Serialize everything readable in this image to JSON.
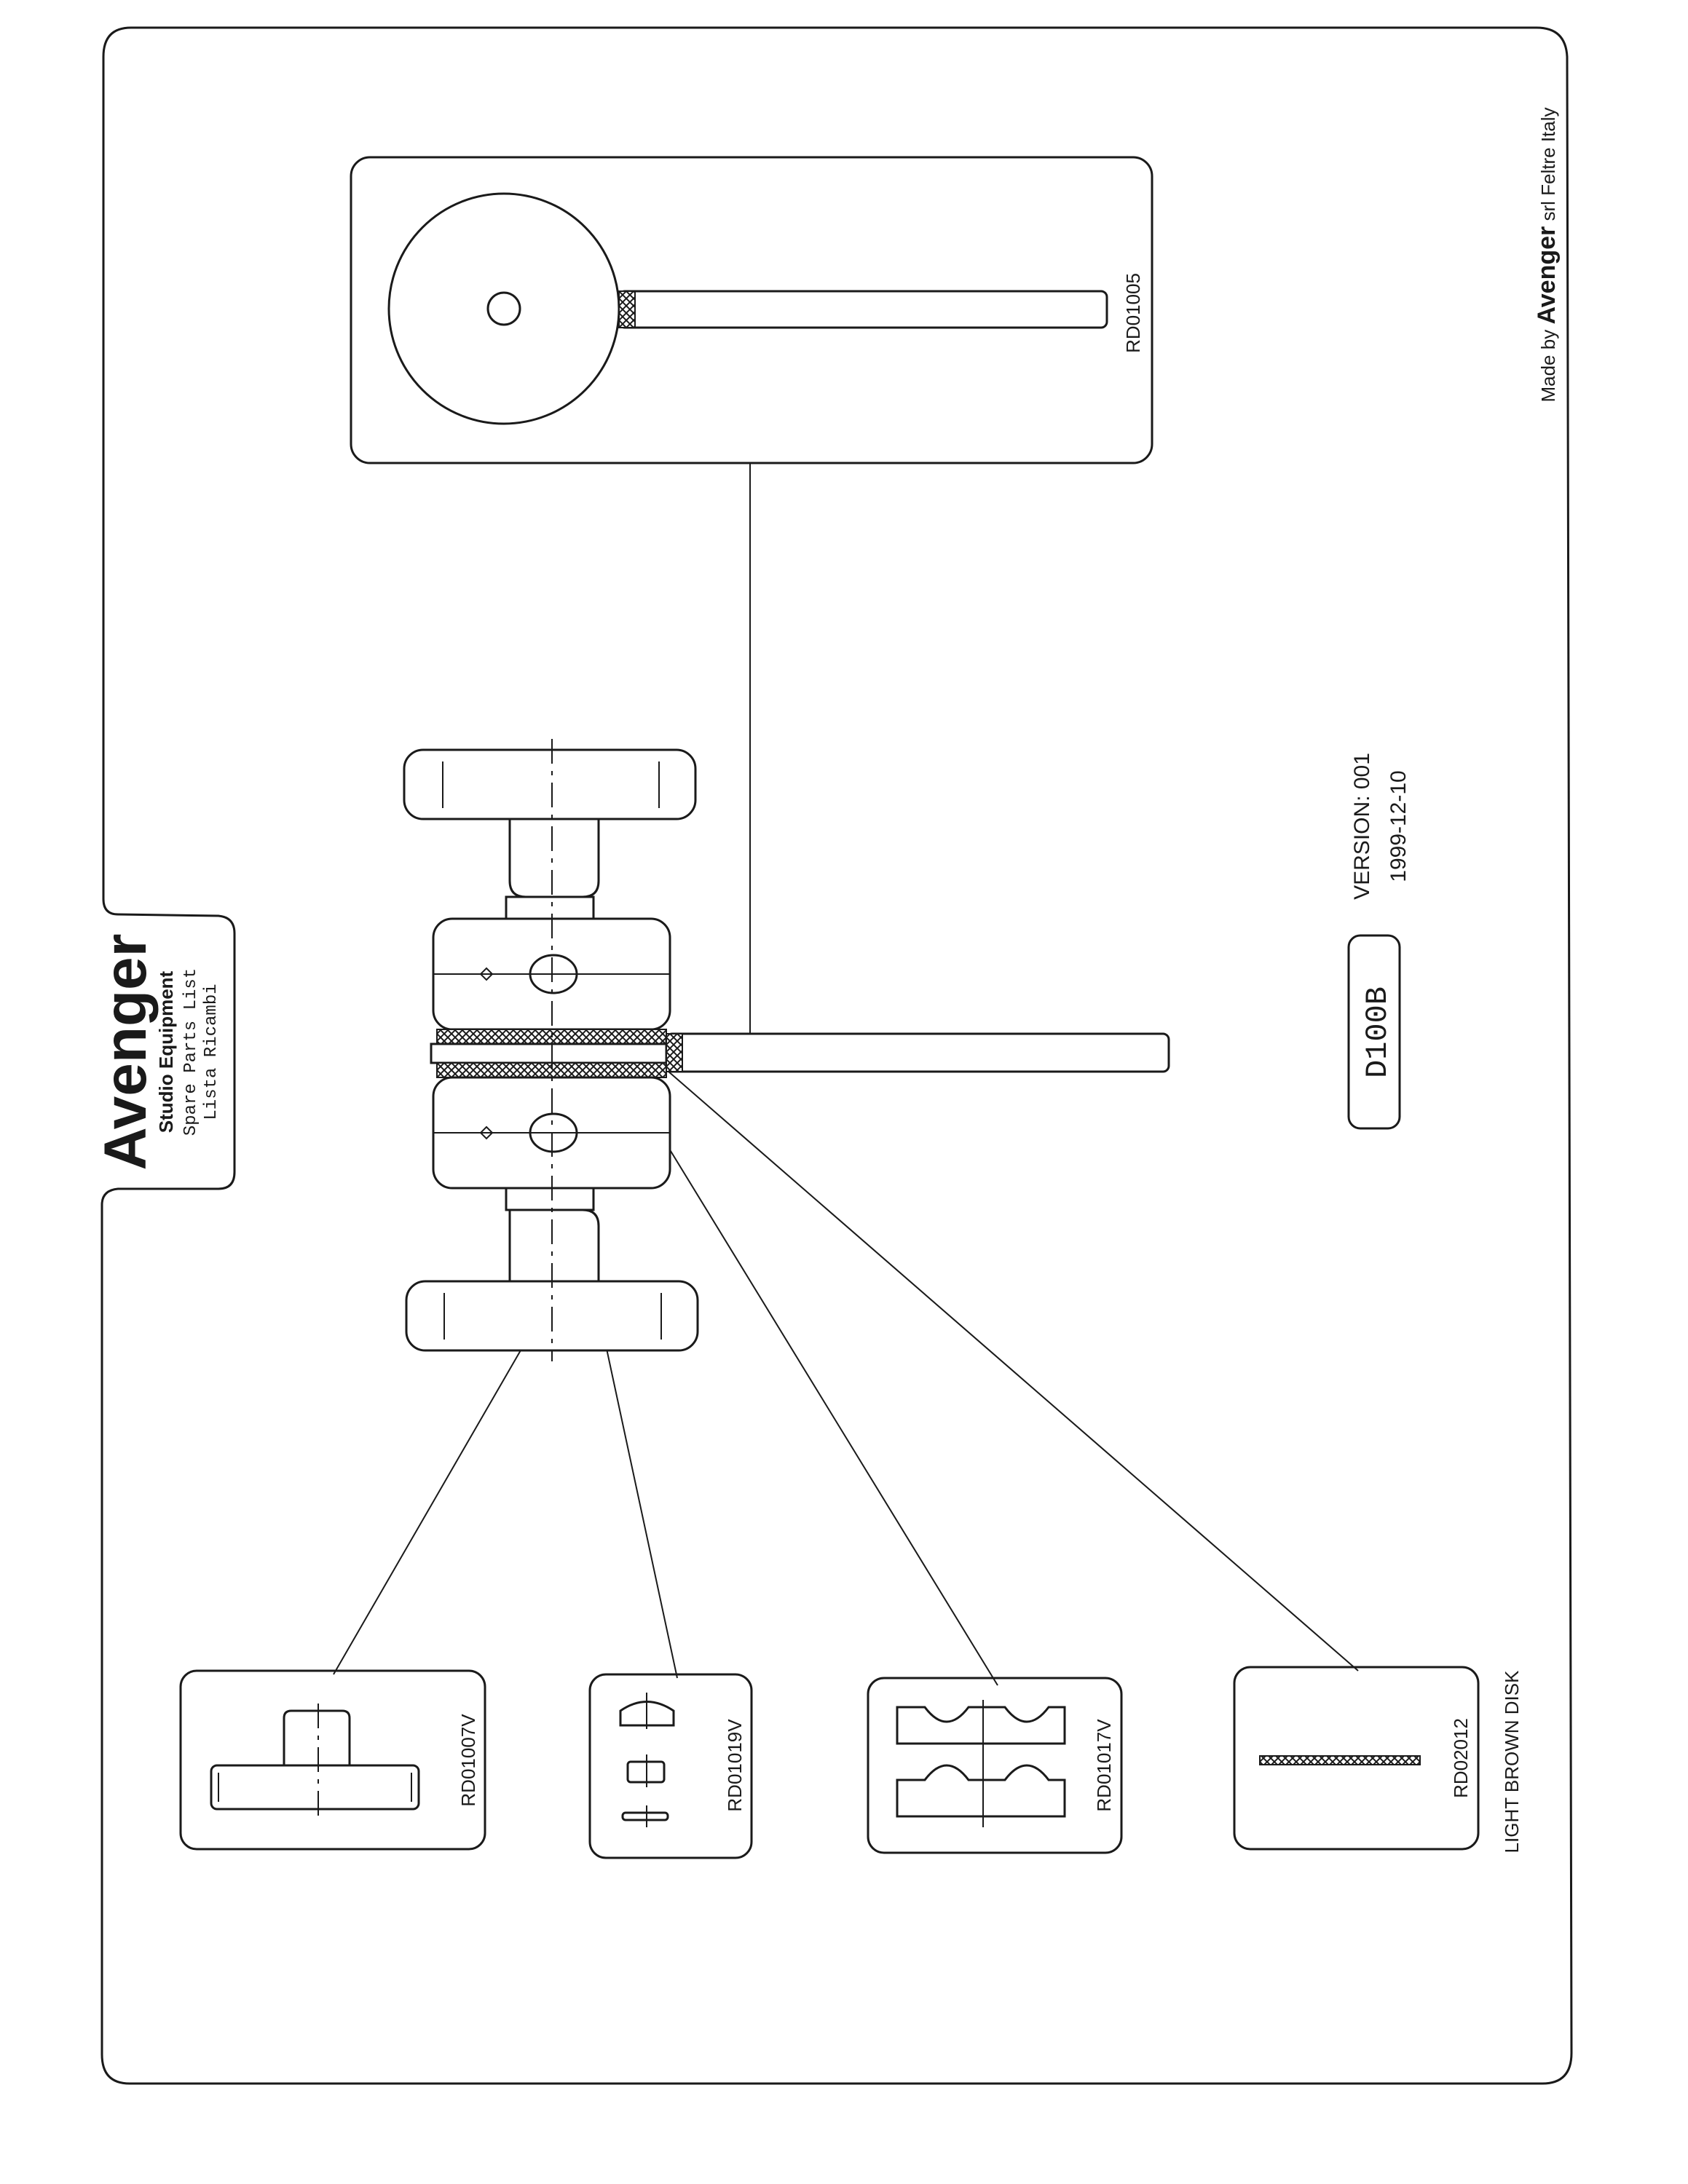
{
  "brand": {
    "name": "Avenger",
    "line1": "Studio Equipment",
    "line2": "Spare Parts List",
    "line3": "Lista Ricambi"
  },
  "model": {
    "code": "D100B"
  },
  "version": {
    "label": "VERSION: 001",
    "date": "1999-12-10"
  },
  "footer": {
    "made_by": "Made by",
    "brand": "Avenger",
    "rest": "srl Feltre Italy"
  },
  "parts": [
    {
      "code": "RD01005",
      "note": ""
    },
    {
      "code": "RD01007V",
      "note": ""
    },
    {
      "code": "RD01019V",
      "note": ""
    },
    {
      "code": "RD01017V",
      "note": ""
    },
    {
      "code": "RD02012",
      "note": "LIGHT BROWN DISK"
    }
  ]
}
